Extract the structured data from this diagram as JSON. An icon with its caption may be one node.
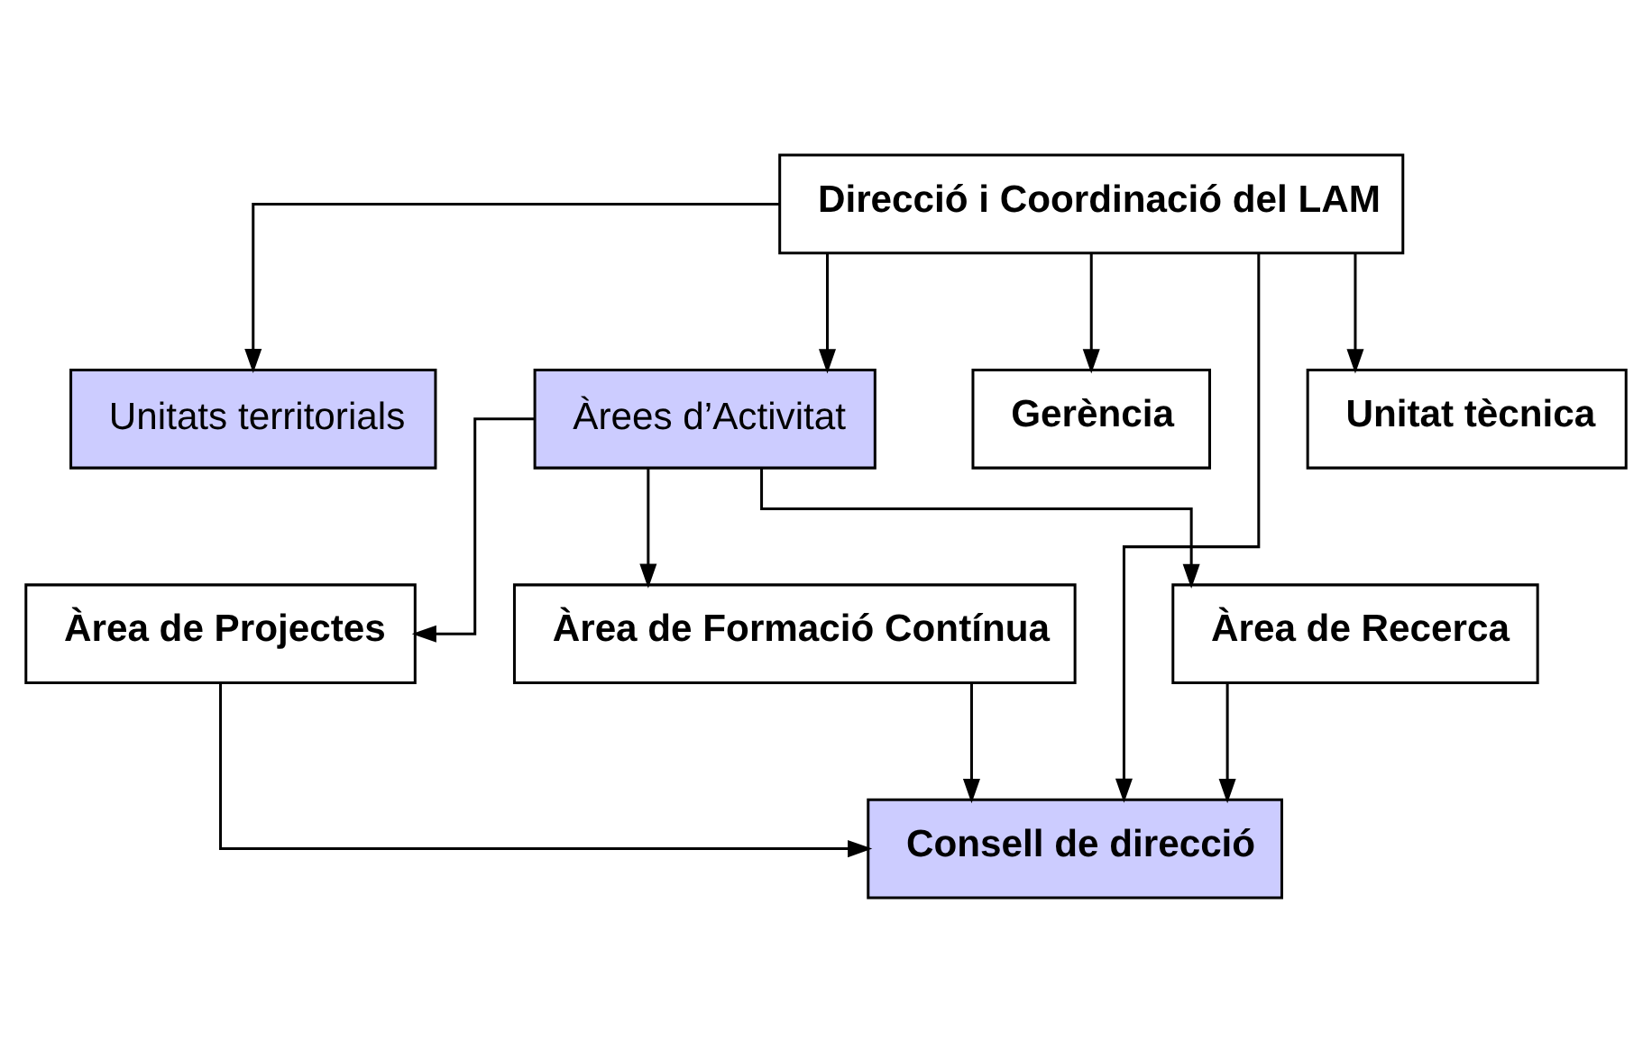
{
  "diagram": {
    "nodes": [
      {
        "text": [
          "Direcció i Coordinació del LAM"
        ]
      },
      {
        "text": [
          "Unitats territorials"
        ]
      },
      {
        "text": [
          "Àrees d’Activitat"
        ]
      },
      {
        "text": [
          "Gerència"
        ]
      },
      {
        "text": [
          "Unitat tècnica"
        ]
      },
      {
        "text": [
          "Àrea de Projectes"
        ]
      },
      {
        "text": [
          "Àrea de Formació Contínua"
        ]
      },
      {
        "text": [
          "Consell de direcció"
        ]
      },
      {
        "text": [
          "Àrea de Recerca"
        ]
      }
    ],
    "edges": [
      {
        "from": 0,
        "to": 1,
        "arrow": "to"
      },
      {
        "from": 0,
        "to": 2,
        "arrow": "to"
      },
      {
        "from": 0,
        "to": 3,
        "arrow": "to"
      },
      {
        "from": 0,
        "to": 4,
        "arrow": "to"
      },
      {
        "from": 0,
        "to": 7,
        "arrow": "to"
      },
      {
        "from": 2,
        "to": 5,
        "arrow": "to"
      },
      {
        "from": 2,
        "to": 6,
        "arrow": "to"
      },
      {
        "from": 2,
        "to": 8,
        "arrow": "to"
      },
      {
        "from": 5,
        "to": 7,
        "arrow": "to"
      },
      {
        "from": 6,
        "to": 7,
        "arrow": "to"
      },
      {
        "from": 8,
        "to": 7,
        "arrow": "to"
      }
    ]
  }
}
